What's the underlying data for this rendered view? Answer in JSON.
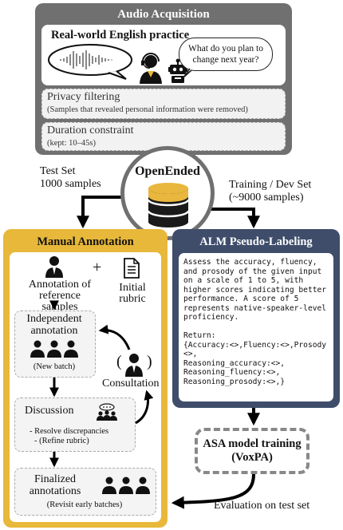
{
  "audio_acquisition": {
    "title": "Audio Acquisition",
    "practice_title": "Real-world English practice",
    "speech_bubble": [
      "What do you plan to",
      "change next year?"
    ],
    "privacy_title": "Privacy filtering",
    "privacy_note": "(Samples that revealed personal information were removed)",
    "duration_title": "Duration constraint",
    "duration_note": "(kept: 10–45s)"
  },
  "dataset": {
    "name": "OpenEnded",
    "test_label": [
      "Test Set",
      "1000 samples"
    ],
    "train_label": [
      "Training / Dev Set",
      "(~9000 samples)"
    ]
  },
  "manual_annotation": {
    "title": "Manual Annotation",
    "reference_label": [
      "Annotation of",
      "reference samples"
    ],
    "plus": "+",
    "rubric_label": [
      "Initial",
      "rubric"
    ],
    "independent_label": [
      "Independent",
      "annotation"
    ],
    "new_batch": "(New batch)",
    "consultation": "Consultation",
    "discussion": "Discussion",
    "discussion_notes": [
      "- Resolve discrepancies",
      "- (Refine rubric)"
    ],
    "finalized_label": [
      "Finalized",
      "annotations"
    ],
    "revisit": "(Revisit early batches)",
    "paren_open": "(",
    "paren_close": ")"
  },
  "alm": {
    "title": "ALM Pseudo-Labeling",
    "prompt_lines": [
      "Assess the accuracy, fluency,",
      "and prosody of the given input",
      "on a scale of 1 to 5, with",
      "higher scores indicating better",
      "performance. A score of 5",
      "represents native-speaker-level",
      "proficiency.",
      "",
      "Return:",
      "{Accuracy:<>,Fluency:<>,Prosody",
      "<>,",
      "Reasoning_accuracy:<>,",
      "Reasoning_fluency:<>,",
      "Reasoning_prosody:<>,}"
    ]
  },
  "asa": {
    "label": [
      "ASA model training",
      "(VoxPA)"
    ]
  },
  "evaluation_label": "Evaluation on test set",
  "colors": {
    "acquisition_panel": "#707070",
    "manual_panel": "#e8b83a",
    "alm_panel": "#3f4d6b",
    "database": "#e9b73d"
  }
}
